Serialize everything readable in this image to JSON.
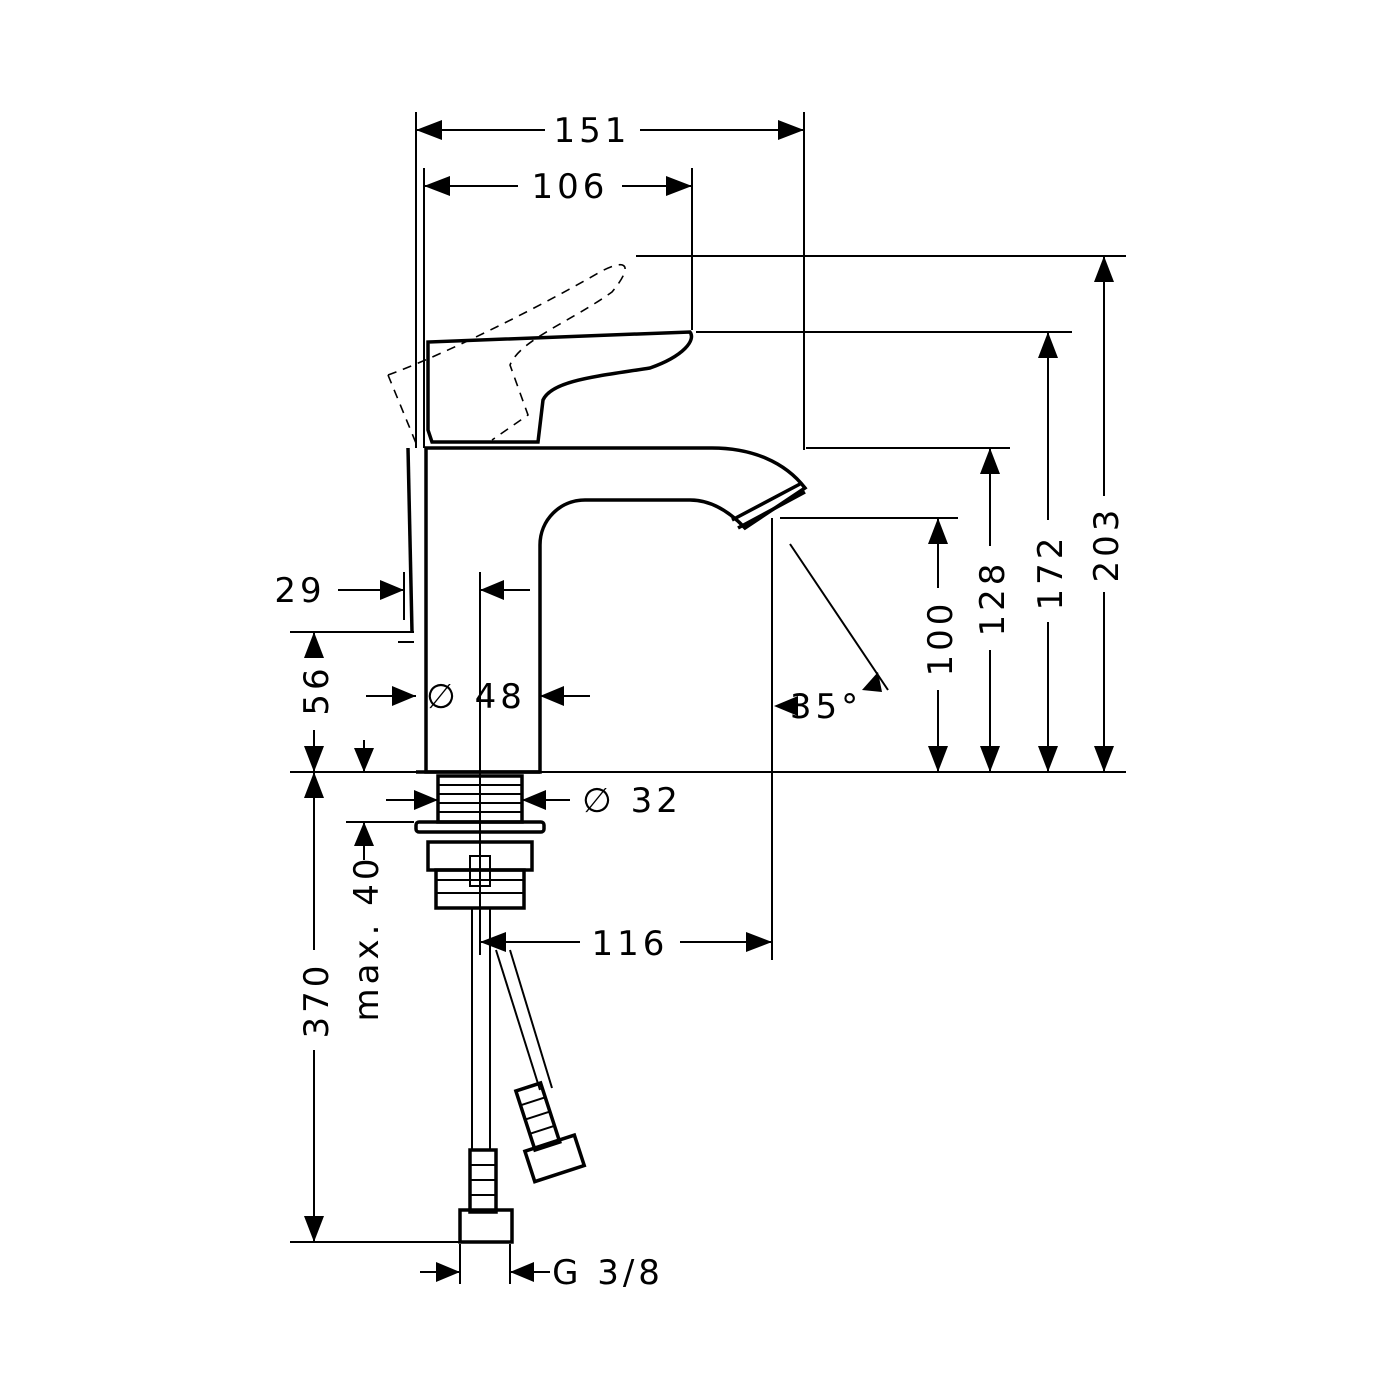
{
  "drawing": {
    "dimensions": {
      "width_total": "151",
      "width_handle": "106",
      "height_total": "203",
      "height_handle": "172",
      "height_spout": "128",
      "height_outlet": "100",
      "offset_29": "29",
      "pop_up_height": "56",
      "diameter_body": "∅ 48",
      "diameter_thread": "∅ 32",
      "max_thickness": "max. 40",
      "projection": "116",
      "hose_length": "370",
      "connection": "G 3/8",
      "angle": "35°"
    }
  }
}
